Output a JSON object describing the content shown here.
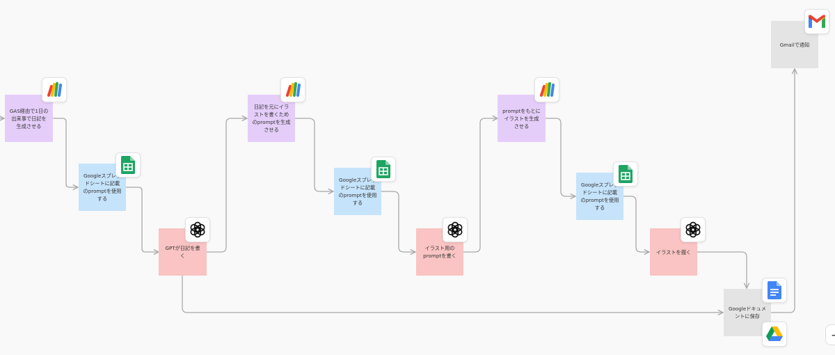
{
  "nodes": {
    "gas_diary": "GAS経由で1日の出来事で日記を生成させる",
    "sheet_prompt_1": "Googleスプレッドシートに記載のpromptを使用する",
    "gpt_diary": "GPTが日記を書く",
    "gas_illust_prompt": "日記を元にイラストを書くためのpromptを生成させる",
    "sheet_prompt_2": "Googleスプレッドシートに記載のpromptを使用する",
    "gpt_illust_prompt": "イラスト用のpromptを書く",
    "gas_illust": "promptをもとにイラストを生成させる",
    "sheet_prompt_3": "Googleスプレッドシートに記載のpromptを使用する",
    "gpt_illust": "イラストを描く",
    "docs_save": "Googleドキュメントに保存",
    "gmail_notify": "Gmailで通知"
  },
  "colors": {
    "gas": "#e5cdf9",
    "sheets": "#c5e3fb",
    "gpt": "#f9c4c3",
    "google": "#e4e4e4",
    "connector": "#a9a9a9"
  },
  "icons": [
    "apps-script-icon",
    "google-sheets-icon",
    "openai-icon",
    "google-docs-icon",
    "google-drive-icon",
    "gmail-icon"
  ],
  "toolbar": {
    "corner_label": "+"
  }
}
